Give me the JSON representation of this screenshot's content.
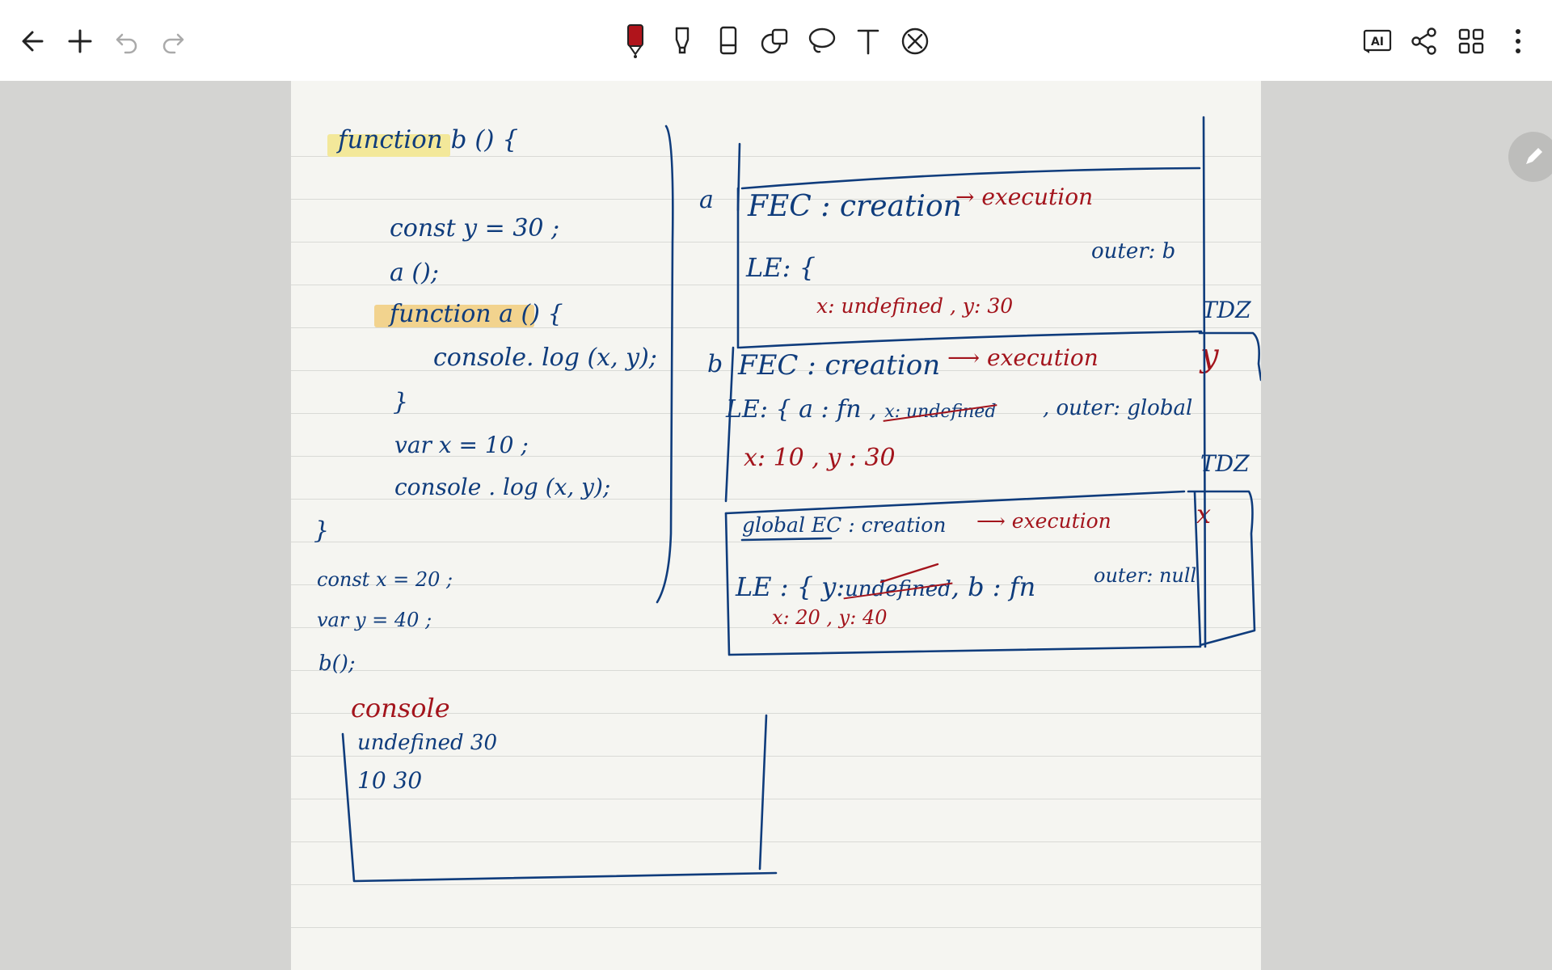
{
  "toolbar": {
    "left_icons": [
      "back-arrow-icon",
      "add-icon",
      "undo-icon",
      "redo-icon"
    ],
    "center_tools": [
      "pen-tool-icon",
      "highlighter-tool-icon",
      "eraser-tool-icon",
      "shapes-tool-icon",
      "lasso-tool-icon",
      "text-tool-icon",
      "laser-tool-icon"
    ],
    "ai_label": "AI",
    "right_icons": [
      "ai-icon",
      "share-icon",
      "grid-view-icon",
      "more-vert-icon"
    ]
  },
  "colors": {
    "ink_blue": "#0f3c7c",
    "ink_red": "#a3141c",
    "highlight_yellow": "#f3e89a",
    "highlight_orange": "#f2d38e",
    "paper": "#f5f5f1",
    "margin_gray": "#d4d4d2"
  },
  "code": {
    "fn_b": "function b () {",
    "const_y": "const y = 30 ;",
    "call_a": "a ();",
    "fn_a": "function a () {",
    "log_inner": "console. log (x, y);",
    "close_inner": "}",
    "var_x": "var x = 10 ;",
    "log_outer": "console . log (x, y);",
    "close_outer": "}",
    "const_x_global": "const x = 20 ;",
    "var_y_global": "var y = 40 ;",
    "call_b": "b();"
  },
  "console": {
    "title": "console",
    "lines": [
      "undefined 30",
      "10 30"
    ]
  },
  "stack": {
    "label_a": "a",
    "label_b": "b",
    "frame_a": {
      "header": "FEC : creation",
      "header_red": "→ execution",
      "le": "LE: {",
      "outer": "outer: b",
      "vars": "x: undefined , y: 30"
    },
    "frame_b": {
      "header": "FEC : creation",
      "header_red": "⟶ execution",
      "le_prefix": "LE: { a : fn ,",
      "le_struck": "x: undefined",
      "outer": ", outer: global",
      "vars": "x: 10 , y : 30"
    },
    "frame_global": {
      "header": "global EC : creation",
      "header_red": "⟶ execution",
      "le_prefix": "LE : { y:",
      "le_struck": "undefined",
      "le_suffix": ", b : fn",
      "outer": "outer: null",
      "vars": "x: 20 , y: 40"
    },
    "tdz_1": "TDZ",
    "tdz_2": "TDZ",
    "tdz_1_scribble": "y",
    "tdz_2_scribble": "x"
  }
}
